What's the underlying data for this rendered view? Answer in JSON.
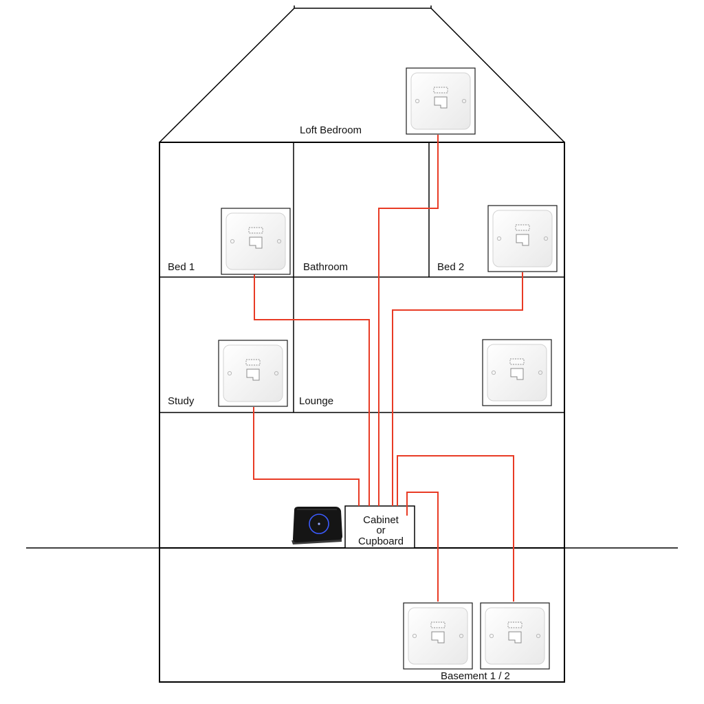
{
  "rooms": {
    "loft_bedroom": "Loft Bedroom",
    "bed_1": "Bed 1",
    "bathroom": "Bathroom",
    "bed_2": "Bed 2",
    "study": "Study",
    "lounge": "Lounge",
    "basement": "Basement 1 / 2"
  },
  "cabinet": {
    "line1": "Cabinet",
    "line2": "or",
    "line3": "Cupboard"
  },
  "colors": {
    "cable": "#e83a24",
    "wall": "#000000",
    "socket_plate": "#f7f7f7",
    "router_body": "#151515",
    "router_ring": "#3b5bff"
  },
  "icons": {
    "socket": "ethernet-wall-socket-icon",
    "router": "router-icon"
  }
}
